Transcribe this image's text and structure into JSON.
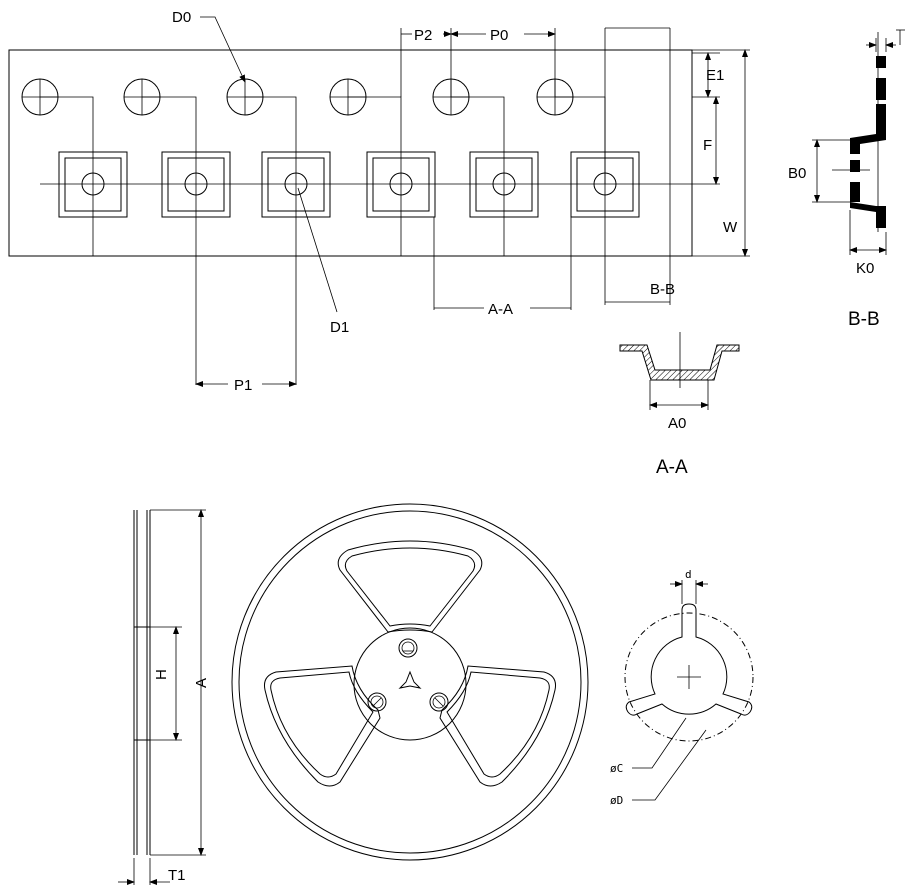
{
  "tape": {
    "labels": {
      "d0": "D0",
      "p2": "P2",
      "p0": "P0",
      "e1": "E1",
      "f": "F",
      "w": "W",
      "d1": "D1",
      "p1": "P1",
      "aa_cut": "A-A",
      "bb_cut": "B-B"
    }
  },
  "section_bb": {
    "b0": "B0",
    "k0": "K0",
    "title": "B-B"
  },
  "section_aa": {
    "a0": "A0",
    "title": "A-A"
  },
  "reel": {
    "h": "H",
    "a": "A",
    "t1": "T1",
    "d": "d",
    "phi_c": "øC",
    "phi_d": "øD"
  }
}
